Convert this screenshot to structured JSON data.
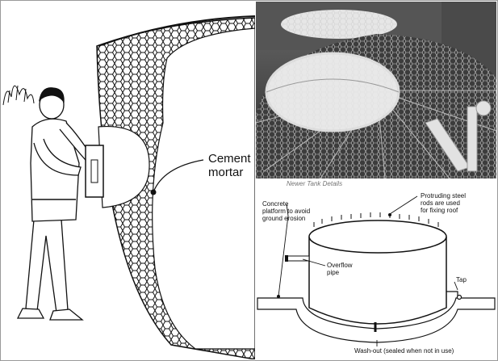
{
  "left_panel": {
    "label_line1": "Cement",
    "label_line2": "mortar"
  },
  "tank_panel": {
    "heading": "Newer Tank Details",
    "concrete_line1": "Concrete",
    "concrete_line2": "platform to avoid",
    "concrete_line3": "ground erosion",
    "rods_line1": "Protruding steel",
    "rods_line2": "rods are used",
    "rods_line3": "for fixing roof",
    "overflow_line1": "Overflow",
    "overflow_line2": "pipe",
    "tap": "Tap",
    "washout": "Wash-out (sealed when not in use)"
  },
  "colors": {
    "ink": "#111111",
    "photo_dark": "#3a3a3a",
    "photo_light": "#e6e6e6"
  }
}
